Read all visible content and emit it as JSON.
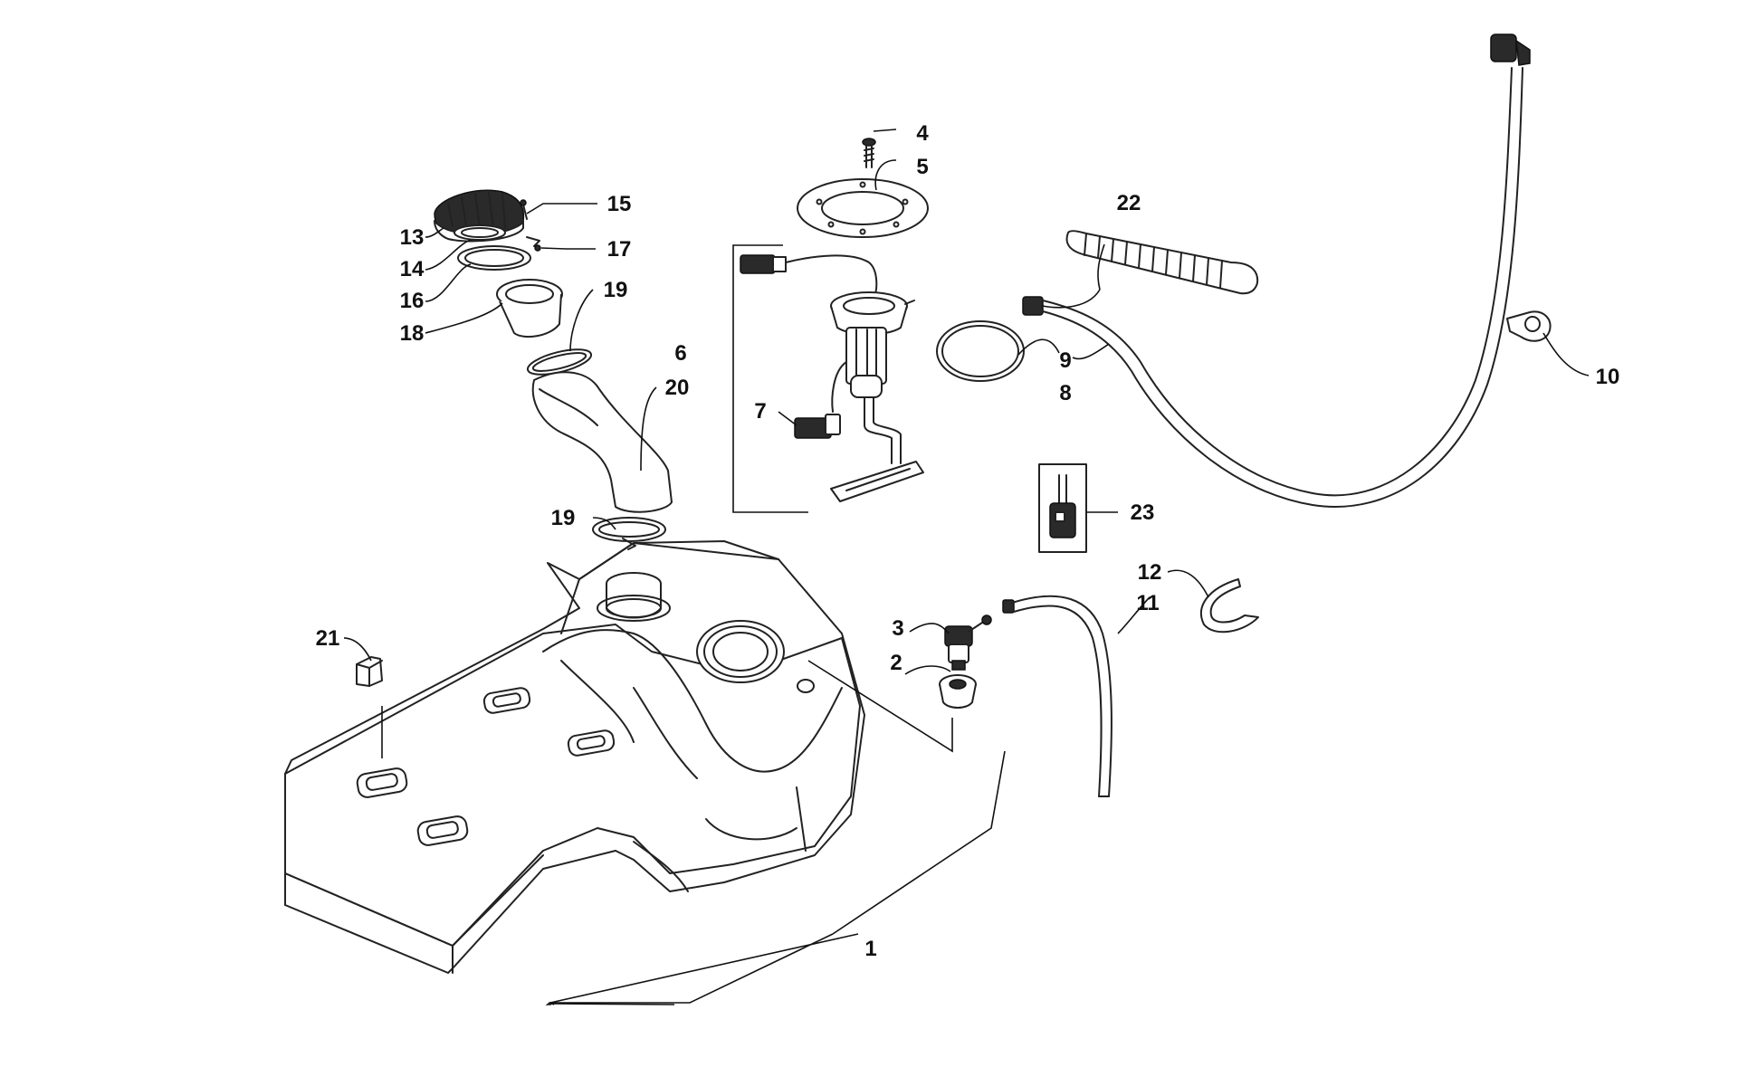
{
  "callouts": [
    {
      "id": "c1",
      "label": "1"
    },
    {
      "id": "c2",
      "label": "2"
    },
    {
      "id": "c3",
      "label": "3"
    },
    {
      "id": "c4",
      "label": "4"
    },
    {
      "id": "c5",
      "label": "5"
    },
    {
      "id": "c6",
      "label": "6"
    },
    {
      "id": "c7",
      "label": "7"
    },
    {
      "id": "c8",
      "label": "8"
    },
    {
      "id": "c9",
      "label": "9"
    },
    {
      "id": "c10",
      "label": "10"
    },
    {
      "id": "c11",
      "label": "11"
    },
    {
      "id": "c12",
      "label": "12"
    },
    {
      "id": "c13",
      "label": "13"
    },
    {
      "id": "c14",
      "label": "14"
    },
    {
      "id": "c15",
      "label": "15"
    },
    {
      "id": "c16",
      "label": "16"
    },
    {
      "id": "c17",
      "label": "17"
    },
    {
      "id": "c18",
      "label": "18"
    },
    {
      "id": "c19a",
      "label": "19"
    },
    {
      "id": "c19b",
      "label": "19"
    },
    {
      "id": "c20",
      "label": "20"
    },
    {
      "id": "c21",
      "label": "21"
    },
    {
      "id": "c22",
      "label": "22"
    },
    {
      "id": "c23",
      "label": "23"
    }
  ]
}
